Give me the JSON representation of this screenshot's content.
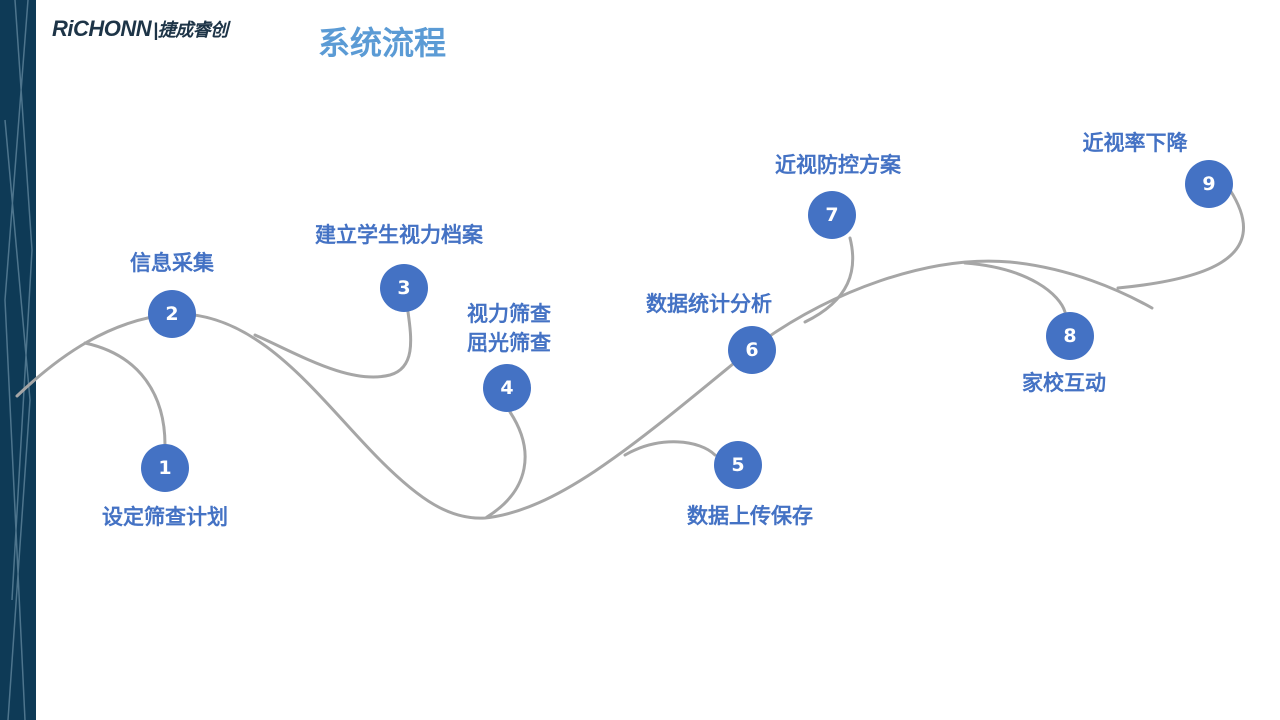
{
  "header": {
    "logo": "RiCHONN",
    "logo_cn": "|捷成睿创",
    "title": "系统流程"
  },
  "colors": {
    "accent": "#4472c4",
    "title": "#5b9bd5",
    "sidebar": "#0e3a56",
    "line": "#a6a6a6"
  },
  "steps": [
    {
      "num": "1",
      "label": "设定筛查计划"
    },
    {
      "num": "2",
      "label": "信息采集"
    },
    {
      "num": "3",
      "label": "建立学生视力档案"
    },
    {
      "num": "4",
      "label": "视力筛查",
      "label2": "屈光筛查"
    },
    {
      "num": "5",
      "label": "数据上传保存"
    },
    {
      "num": "6",
      "label": "数据统计分析"
    },
    {
      "num": "7",
      "label": "近视防控方案"
    },
    {
      "num": "8",
      "label": "家校互动"
    },
    {
      "num": "9",
      "label": "近视率下降"
    }
  ]
}
